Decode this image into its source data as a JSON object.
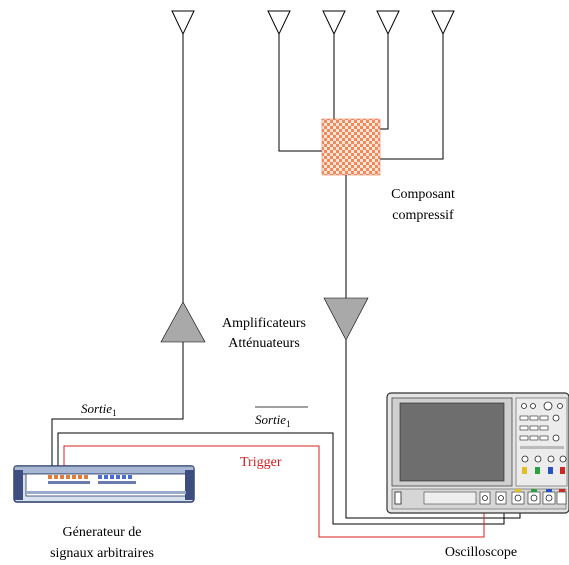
{
  "labels": {
    "compressive_line1": "Composant",
    "compressive_line2": "compressif",
    "amp_line1": "Amplificateurs",
    "amp_line2": "Atténuateurs",
    "sortie1_base": "Sortie",
    "sortie1_sub": "1",
    "sortie1bar_base": "Sortie",
    "sortie1bar_sub": "1",
    "trigger": "Trigger",
    "generator_line1": "Génerateur de",
    "generator_line2": "signaux arbitraires",
    "oscilloscope": "Oscilloscope"
  },
  "colors": {
    "trigger": "#d42020",
    "device_body": "#d8e2ef",
    "device_outline": "#2a3a66",
    "amp_fill": "#a9a9a9",
    "compressive_checker_a": "#f08a5d",
    "compressive_checker_b": "#fde6d8",
    "scope_body": "#e4e4e4",
    "scope_screen": "#6e6e6e"
  }
}
